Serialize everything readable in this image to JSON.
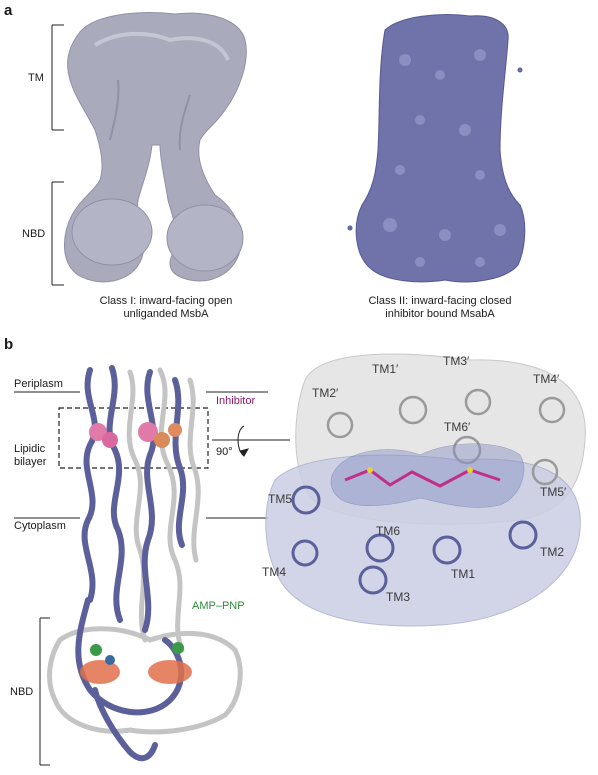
{
  "figure": {
    "panel_a": {
      "letter": "a",
      "labels": {
        "tm": "TM",
        "nbd": "NBD"
      },
      "map_left_caption": [
        "Class I: inward-facing open",
        "unliganded MsbA"
      ],
      "map_right_caption": [
        "Class II: inward-facing closed",
        "inhibitor bound MsabA"
      ],
      "colors": {
        "map_left": "#a7a9bb",
        "map_right": "#6e72a8"
      }
    },
    "panel_b": {
      "letter": "b",
      "labels": {
        "periplasm": "Periplasm",
        "lipidic_bilayer": [
          "Lipidic",
          "bilayer"
        ],
        "cytoplasm": "Cytoplasm",
        "inhibitor": "Inhibitor",
        "rotation": "90°",
        "amp_pnp": "AMP–PNP",
        "nbd": "NBD"
      },
      "helix_labels": [
        "TM2′",
        "TM1′",
        "TM3′",
        "TM4′",
        "TM6′",
        "TM5′",
        "TM5",
        "TM6",
        "TM2",
        "TM4",
        "TM1",
        "TM3"
      ],
      "colors": {
        "ribbon_chain_a": "#5b5f9a",
        "ribbon_chain_b": "#c8c8c8",
        "inhibitor": "#8b1a6b",
        "amp_pnp": "#2e8b3a",
        "ligand_spheres": "#e06a8a"
      }
    }
  }
}
